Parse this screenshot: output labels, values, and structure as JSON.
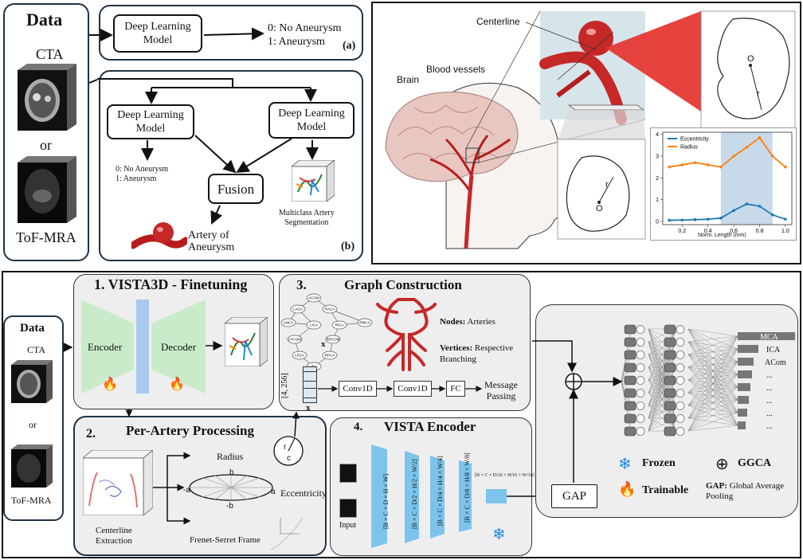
{
  "colors": {
    "panel_border": "#1f3347",
    "vessel_red": "#c62828",
    "encoder_green": "#c9ebc9",
    "bottleneck_blue": "#a9c9ec",
    "vista_blue": "#7cc4ec",
    "chart_blue": "#1f77b4",
    "chart_orange": "#ff7f0e",
    "shade_blue": "#c8daea"
  },
  "top_left": {
    "data_title": "Data",
    "cta_label": "CTA",
    "or_label": "or",
    "tof_label": "ToF-MRA",
    "a": {
      "dl_model": "Deep Learning\nModel",
      "out0": "0: No Aneurysm",
      "out1": "1: Aneurysm",
      "tag": "(a)"
    },
    "b": {
      "dl_model_left": "Deep Learning\nModel",
      "dl_model_right": "Deep Learning\nModel",
      "out0": "0: No Aneurysm",
      "out1": "1: Aneurysm",
      "fusion": "Fusion",
      "artery": "Artery of\nAneurysm",
      "seg": "Multiclass Artery\nSegmentation",
      "tag": "(b)"
    }
  },
  "illustration": {
    "centerline": "Centerline",
    "brain": "Brain",
    "blood_vessels": "Blood vessels",
    "cross_o_top": "O",
    "cross_r_top": "r",
    "cross_o_bottom": "O",
    "cross_r_bottom": "r"
  },
  "chart_data": {
    "type": "line",
    "xlabel": "Norm. Length (mm)",
    "ylabel": "",
    "xlim": [
      0.05,
      1.05
    ],
    "ylim": [
      -0.15,
      4.1
    ],
    "x_ticks": [
      0.2,
      0.4,
      0.6,
      0.8,
      1.0
    ],
    "y_ticks": [
      0,
      1,
      2,
      3,
      4
    ],
    "shaded_region": [
      0.5,
      0.9
    ],
    "legend": "top-left",
    "series": [
      {
        "name": "Eccentricity",
        "color": "#1f77b4",
        "x": [
          0.1,
          0.2,
          0.3,
          0.4,
          0.5,
          0.6,
          0.7,
          0.8,
          0.9,
          1.0
        ],
        "values": [
          0.05,
          0.06,
          0.08,
          0.1,
          0.15,
          0.5,
          0.8,
          0.7,
          0.3,
          0.1
        ]
      },
      {
        "name": "Radius",
        "color": "#ff7f0e",
        "x": [
          0.1,
          0.2,
          0.3,
          0.4,
          0.5,
          0.6,
          0.7,
          0.8,
          0.9,
          1.0
        ],
        "values": [
          2.5,
          2.6,
          2.7,
          2.6,
          2.5,
          3.0,
          3.4,
          3.85,
          3.0,
          2.5
        ]
      }
    ]
  },
  "bottom": {
    "data_title": "Data",
    "cta_label": "CTA",
    "or_label": "or",
    "tof_label": "ToF-MRA",
    "s1_title": "1. VISTA3D - Finetuning",
    "encoder": "Encoder",
    "decoder": "Decoder",
    "s2_title": "Per-Artery Processing",
    "s2_num": "2.",
    "centerline_extraction": "Centerline\nExtraction",
    "radius": "Radius",
    "eccentricity": "Eccentricity",
    "frenet": "Frenet-Serret Frame",
    "ellipse_a_left": "-a",
    "ellipse_a_right": "a",
    "ellipse_b_top": "b",
    "ellipse_b_bottom": "-b",
    "circle_r": "r",
    "circle_c": "c",
    "s3_num": "3.",
    "s3_title": "Graph Construction",
    "nodes_label": "Nodes:",
    "nodes_value": " Arteries",
    "vertices_label": "Vertices:",
    "vertices_value": " Respective\nBranching",
    "x_top": "x",
    "x_bottom": "x",
    "shape": "[4, 256]",
    "conv1": "Conv1D",
    "conv2": "Conv1D",
    "fc": "FC",
    "message": "Message\nPassing",
    "graph_nodes": [
      "ACOM",
      "LACA",
      "RACA",
      "LMCA",
      "LICA",
      "RICA",
      "RMCA",
      "LPCOM",
      "RPCOM",
      "LPCA",
      "RPCA",
      "BA"
    ],
    "s4_num": "4.",
    "s4_title": "VISTA Encoder",
    "input_label": "Input",
    "dims": [
      "[B × C × D × H × W]",
      "[B × C × D/2 × H/2 × W/2]",
      "[B × C × D/4 × H/4 × W/4]",
      "[B × C × D/8 × H/8 × W/8]"
    ],
    "dim_final": "[B × C × D/16 × H/16 × W/16]",
    "gap": "GAP",
    "outputs": [
      "MCA",
      "ICA",
      "ACom",
      "...",
      "...",
      "...",
      "...",
      "..."
    ],
    "legend_frozen": "Frozen",
    "legend_trainable": "Trainable",
    "legend_ggca": "GGCA",
    "legend_gap_key": "GAP:",
    "legend_gap_value": " Global Average\nPooling"
  }
}
